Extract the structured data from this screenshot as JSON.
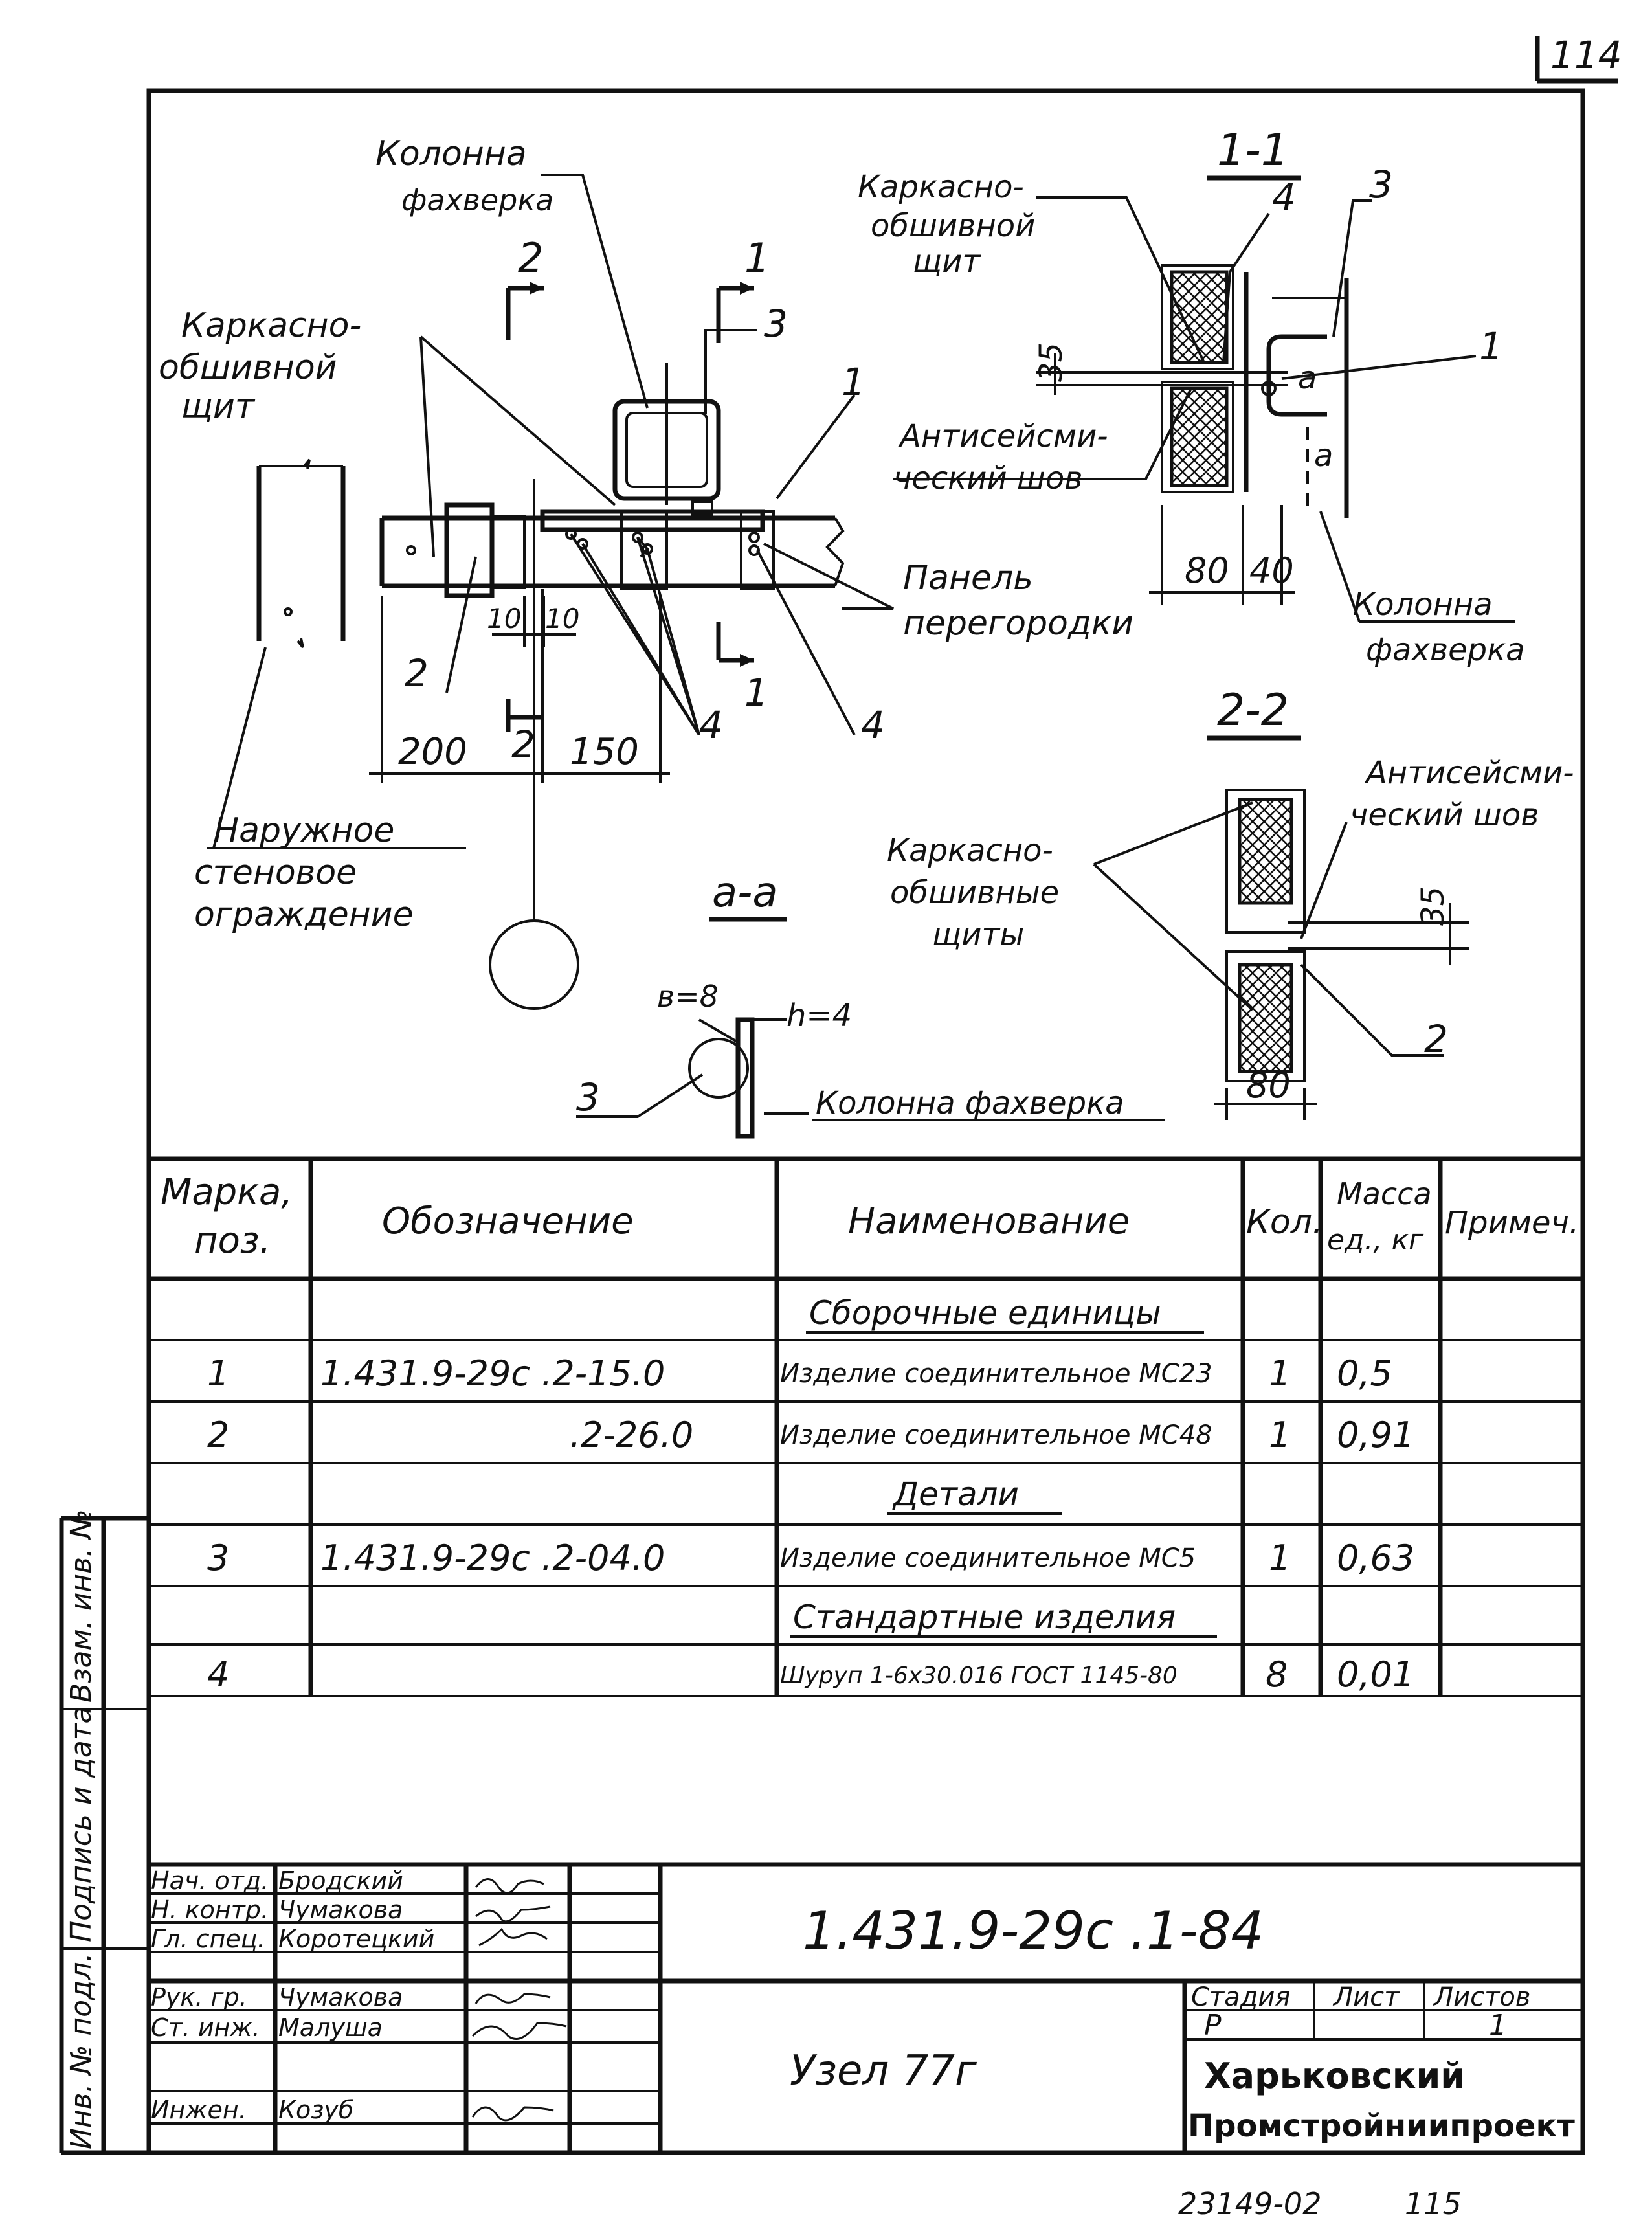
{
  "sheet_number_top": "114",
  "drawing": {
    "plan_view": {
      "label_column": [
        "Колонна",
        "фахверка"
      ],
      "label_panel_shield": [
        "Каркасно-",
        "обшивной",
        "щит"
      ],
      "label_partition_panel": [
        "Панель",
        "перегородки"
      ],
      "label_outer_wall": [
        "Наружное",
        "стеновое",
        "ограждение"
      ],
      "section_mark_1": "1",
      "section_mark_2": "2",
      "callout_1": "1",
      "callout_2": "2",
      "callout_3": "3",
      "callout_4a": "4",
      "callout_4b": "4",
      "dim_200": "200",
      "dim_150": "150",
      "dim_10a": "10",
      "dim_10b": "10"
    },
    "section_1_1": {
      "title": "1-1",
      "label_shield": [
        "Каркасно-",
        "обшивной",
        "щит"
      ],
      "label_seam": [
        "Антисейсми-",
        "ческий шов"
      ],
      "label_column": [
        "Колонна",
        "фахверка"
      ],
      "callout_3": "3",
      "callout_4": "4",
      "callout_1": "1",
      "dim_35": "35",
      "dim_80": "80",
      "dim_40": "40",
      "weld_a1": "a",
      "weld_a2": "a"
    },
    "section_2_2": {
      "title": "2-2",
      "label_shields": [
        "Каркасно-",
        "обшивные",
        "щиты"
      ],
      "label_seam": [
        "Антисейсми-",
        "ческий шов"
      ],
      "callout_2": "2",
      "dim_35": "35",
      "dim_80": "80"
    },
    "section_a_a": {
      "title": "а-а",
      "weld_b": "в=8",
      "weld_h": "h=4",
      "label_column": "Колонна фахверка",
      "callout_3": "3"
    }
  },
  "spec_table": {
    "headers": {
      "mark": [
        "Марка,",
        "поз."
      ],
      "designation": "Обозначение",
      "name": "Наименование",
      "qty": "Кол.",
      "mass": [
        "Масса",
        "ед., кг"
      ],
      "note": "Примеч."
    },
    "rows": [
      {
        "mark": "",
        "designation": "",
        "name": "Сборочные единицы",
        "qty": "",
        "mass": "",
        "section": true
      },
      {
        "mark": "1",
        "designation": "1.431.9-29с .2-15.0",
        "name": "Изделие соединительное МС23",
        "qty": "1",
        "mass": "0,5"
      },
      {
        "mark": "2",
        "designation": ".2-26.0",
        "name": "Изделие соединительное МС48",
        "qty": "1",
        "mass": "0,91"
      },
      {
        "mark": "",
        "designation": "",
        "name": "Детали",
        "qty": "",
        "mass": "",
        "section": true
      },
      {
        "mark": "3",
        "designation": "1.431.9-29с .2-04.0",
        "name": "Изделие соединительное МС5",
        "qty": "1",
        "mass": "0,63"
      },
      {
        "mark": "",
        "designation": "",
        "name": "Стандартные изделия",
        "qty": "",
        "mass": "",
        "section": true
      },
      {
        "mark": "4",
        "designation": "",
        "name": "Шуруп 1-6х30.016 ГОСТ 1145-80",
        "qty": "8",
        "mass": "0,01"
      }
    ]
  },
  "left_margin_labels": [
    "Инв. № подл.",
    "Подпись и дата",
    "Взам. инв. №"
  ],
  "title_block": {
    "document_code": "1.431.9-29с .1-84",
    "node_title": "Узел 77г",
    "stage_header": "Стадия",
    "sheet_header": "Лист",
    "sheets_header": "Листов",
    "stage_value": "Р",
    "sheets_value": "1",
    "organization": [
      "Харьковский",
      "Промстройниипроект"
    ],
    "staff": [
      {
        "role": "Нач. отд.",
        "name": "Бродский"
      },
      {
        "role": "Н. контр.",
        "name": "Чумакова"
      },
      {
        "role": "Гл. спец.",
        "name": "Коротецкий"
      },
      {
        "role": "Рук. гр.",
        "name": "Чумакова"
      },
      {
        "role": "Ст. инж.",
        "name": "Малуша"
      },
      {
        "role": "",
        "name": ""
      },
      {
        "role": "Инжен.",
        "name": "Козуб"
      }
    ]
  },
  "footer": {
    "archive_number": "23149-02",
    "page_number": "115"
  }
}
